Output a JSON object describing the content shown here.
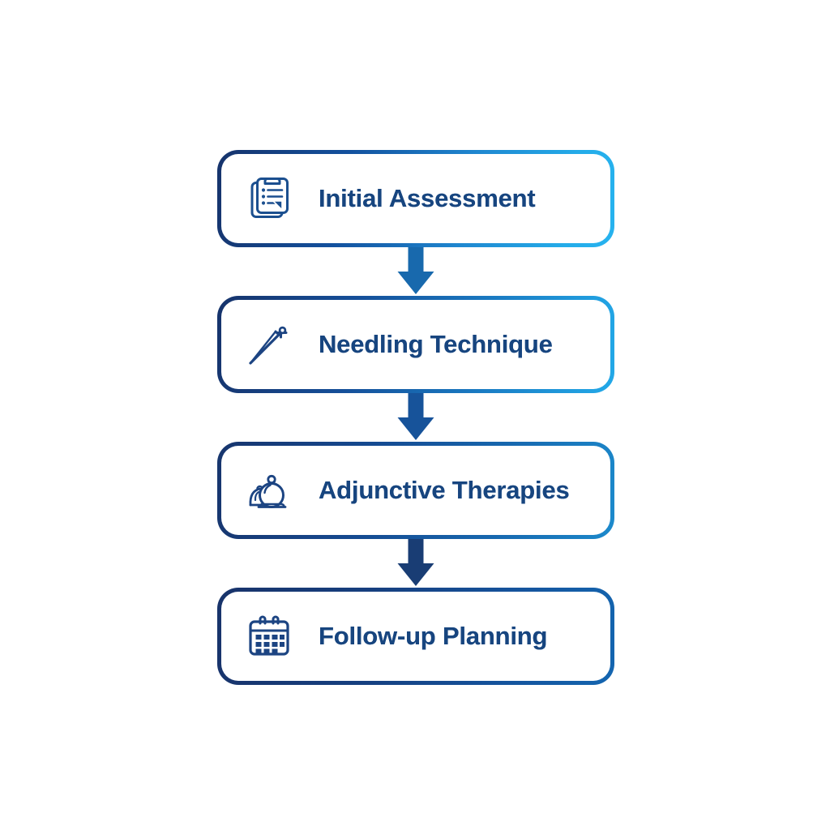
{
  "diagram": {
    "type": "vertical-flowchart",
    "background_color": "#ffffff",
    "orientation": "top-to-bottom",
    "step_count": 4,
    "connector_count": 3,
    "steps": [
      {
        "id": "initial-assessment",
        "label": "Initial Assessment",
        "icon": "clipboard-checklist-icon",
        "order": 1,
        "border_gradient_from": "#16336b",
        "border_gradient_to": "#27b3ef",
        "text_color": "#17457f"
      },
      {
        "id": "needling-technique",
        "label": "Needling Technique",
        "icon": "acupuncture-needle-icon",
        "order": 2,
        "border_gradient_from": "#16336b",
        "border_gradient_to": "#23a9e8",
        "text_color": "#17457f"
      },
      {
        "id": "adjunctive-therapies",
        "label": "Adjunctive Therapies",
        "icon": "cupping-glasses-icon",
        "order": 3,
        "border_gradient_from": "#17356d",
        "border_gradient_to": "#1c8bcd",
        "text_color": "#17457f"
      },
      {
        "id": "follow-up-planning",
        "label": "Follow-up Planning",
        "icon": "calendar-icon",
        "order": 4,
        "border_gradient_from": "#18336a",
        "border_gradient_to": "#1466b1",
        "text_color": "#17457f"
      }
    ],
    "connectors": [
      {
        "id": "arrow-1",
        "from": "initial-assessment",
        "to": "needling-technique",
        "direction": "down",
        "color": "#1869ad"
      },
      {
        "id": "arrow-2",
        "from": "needling-technique",
        "to": "adjunctive-therapies",
        "direction": "down",
        "color": "#17539a"
      },
      {
        "id": "arrow-3",
        "from": "adjunctive-therapies",
        "to": "follow-up-planning",
        "direction": "down",
        "color": "#193d74"
      }
    ]
  }
}
